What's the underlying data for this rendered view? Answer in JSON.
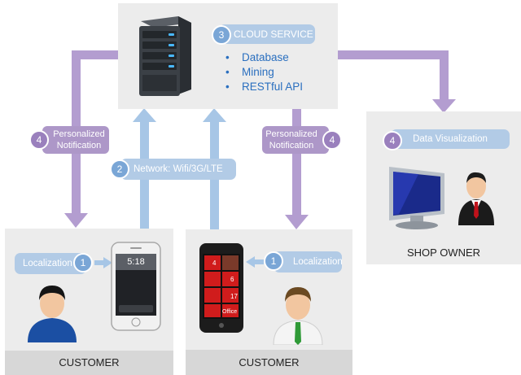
{
  "cloud": {
    "number": "3",
    "title": "CLOUD SERVICE",
    "items": [
      "Database",
      "Mining",
      "RESTful API"
    ]
  },
  "notifications": {
    "left": {
      "number": "4",
      "line1": "Personalized",
      "line2": "Notification"
    },
    "right": {
      "number": "4",
      "line1": "Personalized",
      "line2": "Notification"
    }
  },
  "network": {
    "number": "2",
    "label": "Network: Wifi/3G/LTE"
  },
  "shop_owner": {
    "badge": {
      "number": "4",
      "label": "Data Visualization"
    },
    "footer": "SHOP OWNER"
  },
  "customer_left": {
    "badge": {
      "number": "1",
      "label": "Localization"
    },
    "phone_time": "5:18",
    "footer": "CUSTOMER"
  },
  "customer_right": {
    "badge": {
      "number": "1",
      "label": "Localization"
    },
    "phone_tiles": [
      "4",
      "6",
      "17",
      "Office"
    ],
    "footer": "CUSTOMER"
  },
  "colors": {
    "blue_arrow": "#a7c6e6",
    "purple_arrow": "#b39dd0",
    "panel": "#ececec",
    "footer": "#d7d7d7"
  }
}
